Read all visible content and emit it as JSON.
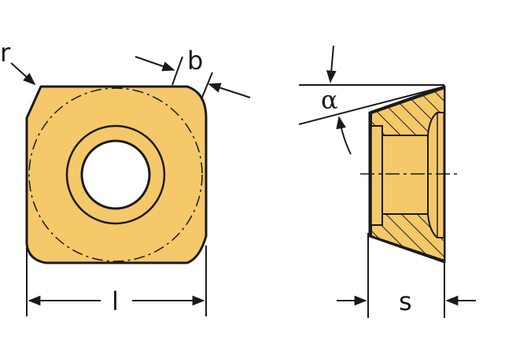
{
  "colors": {
    "fill": "#f5c86a",
    "stroke": "#1a1a1a",
    "background": "#ffffff"
  },
  "labels": {
    "r": "r",
    "b": "b",
    "l": "l",
    "s": "s",
    "alpha": "α"
  }
}
